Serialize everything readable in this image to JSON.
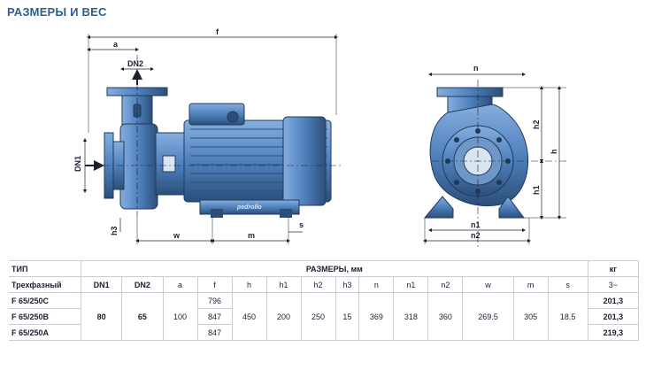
{
  "page": {
    "title": "РАЗМЕРЫ И ВЕС"
  },
  "drawing": {
    "side_labels": {
      "a": "a",
      "f": "f",
      "dn2": "DN2",
      "dn1": "DN1",
      "h3": "h3",
      "w": "w",
      "m": "m",
      "s": "s"
    },
    "front_labels": {
      "n": "n",
      "h2": "h2",
      "h": "h",
      "h1": "h1",
      "n1": "n1",
      "n2": "n2"
    },
    "brand": "pedrollo"
  },
  "table": {
    "type_header": "ТИП",
    "phase_header": "Трехфазный",
    "dimensions_header": "РАЗМЕРЫ, мм",
    "weight_header": "кг",
    "weight_sub": "3~",
    "columns": [
      "DN1",
      "DN2",
      "a",
      "f",
      "h",
      "h1",
      "h2",
      "h3",
      "n",
      "n1",
      "n2",
      "w",
      "m",
      "s"
    ],
    "models": [
      "F 65/250C",
      "F 65/250B",
      "F 65/250A"
    ],
    "f_values": [
      "796",
      "847",
      "847"
    ],
    "shared": {
      "DN1": "80",
      "DN2": "65",
      "a": "100",
      "h": "450",
      "h1": "200",
      "h2": "250",
      "h3": "15",
      "n": "369",
      "n1": "318",
      "n2": "360",
      "w": "269.5",
      "m": "305",
      "s": "18.5"
    },
    "weights": [
      "201,3",
      "201,3",
      "219,3"
    ]
  },
  "colors": {
    "pump_body": "#4f81bd",
    "pump_dark": "#2c4f7a",
    "pump_light": "#8fb3dc",
    "title": "#2b5f93"
  }
}
